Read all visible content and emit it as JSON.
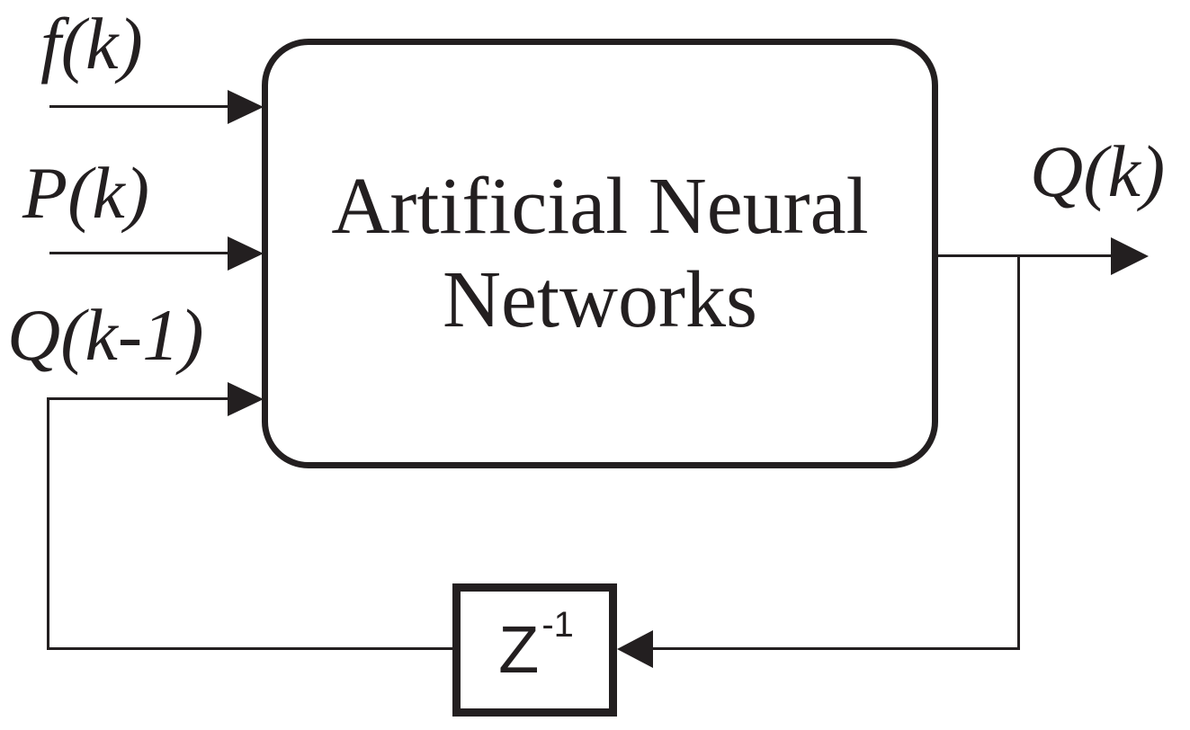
{
  "colors": {
    "ink": "#231f20",
    "background": "#ffffff"
  },
  "diagram": {
    "ann_block": {
      "title_line1": "Artificial Neural",
      "title_line2": "Networks"
    },
    "inputs": {
      "f": "f(k)",
      "p": "P(k)",
      "q_prev": "Q(k-1)"
    },
    "output": {
      "q": "Q(k)"
    },
    "delay_block": {
      "symbol": "Z",
      "exponent": "-1"
    }
  }
}
